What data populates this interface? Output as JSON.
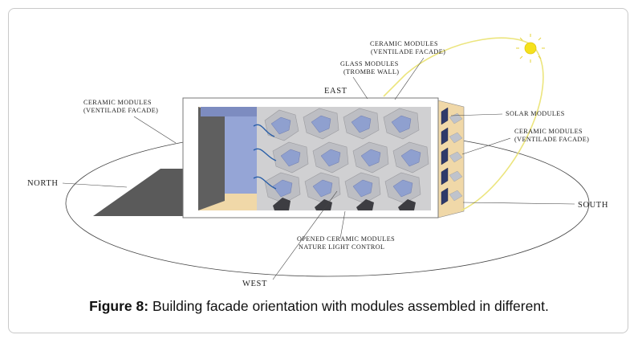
{
  "directions": {
    "east": "EAST",
    "north": "NORTH",
    "south": "SOUTH",
    "west": "WEST"
  },
  "labels": {
    "ceramic_east_1": "CERAMIC MODULES",
    "ceramic_east_2": "(VENTILADE FACADE)",
    "glass_1": "GLASS MODULES",
    "glass_2": "(TROMBE WALL)",
    "ceramic_north_1": "CERAMIC MODULES",
    "ceramic_north_2": "(VENTILADE FACADE)",
    "solar": "SOLAR MODULES",
    "ceramic_south_1": "CERAMIC MODULES",
    "ceramic_south_2": "(VENTILADE FACADE)",
    "opened_1": "OPENED CERAMIC MODULES",
    "opened_2": "NATURE LIGHT CONTROL"
  },
  "caption": {
    "label": "Figure 8:",
    "text": " Building facade orientation with modules assembled in different."
  },
  "colors": {
    "sun": "#f5e11c",
    "sun_path": "#e9e27a",
    "glass": "#8f9fd0",
    "ceramic": "#c9c9c9",
    "frame_wood": "#f0d8a8",
    "shadow": "#555555"
  }
}
